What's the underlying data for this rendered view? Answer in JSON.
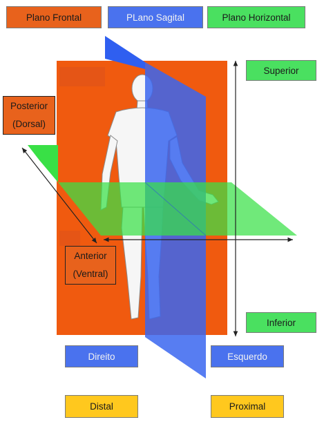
{
  "labels": {
    "plano_frontal": "Plano Frontal",
    "plano_sagital": "PLano Sagital",
    "plano_horizontal": "Plano Horizontal",
    "superior": "Superior",
    "inferior": "Inferior",
    "posterior_line1": "Posterior",
    "posterior_line2": "(Dorsal)",
    "anterior_line1": "Anterior",
    "anterior_line2": "(Ventral)",
    "direito": "Direito",
    "esquerdo": "Esquerdo",
    "distal": "Distal",
    "proximal": "Proximal"
  },
  "colors": {
    "frontal": "#f05a0f",
    "sagital": "#3a66f0",
    "horizontal": "#39e046",
    "label_green": "#4ae060",
    "label_blue": "#4a72ee",
    "label_yellow": "#ffc81e",
    "label_orange": "#e8621c"
  }
}
